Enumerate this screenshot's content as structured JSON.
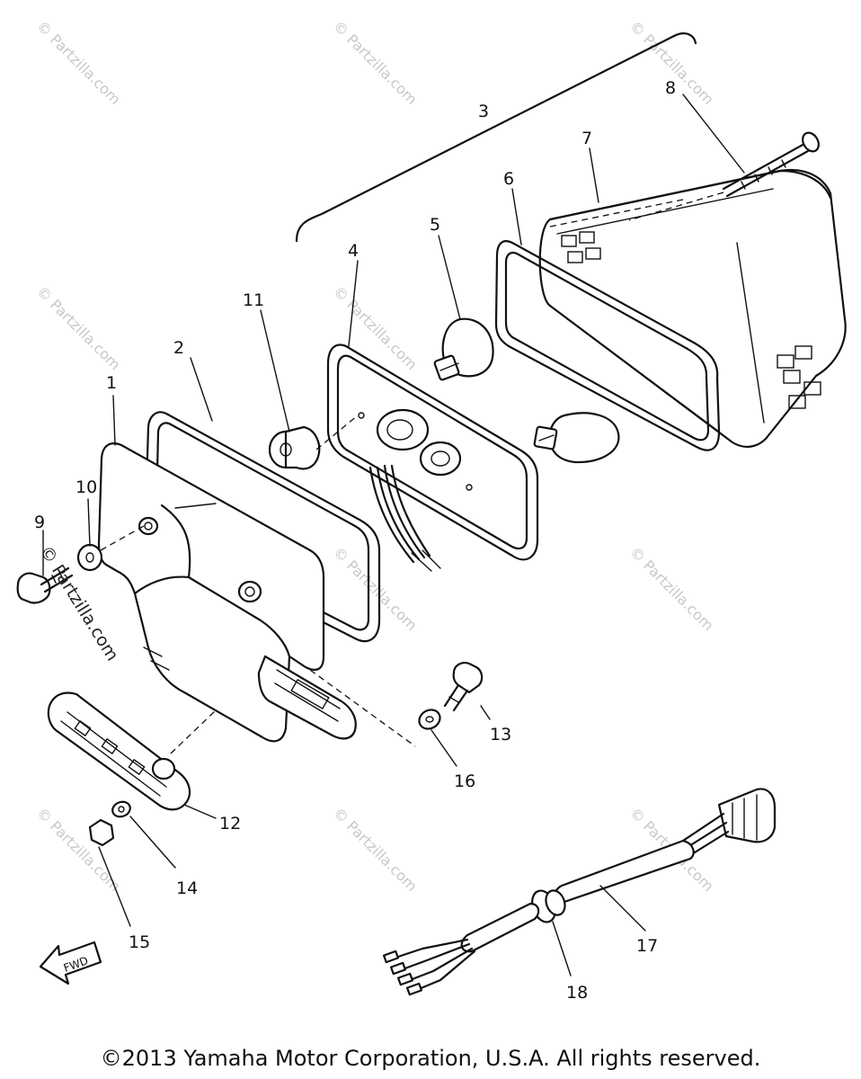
{
  "watermark": "© Partzilla.com",
  "watermark_dark": "© Partzilla.com",
  "footer": {
    "copyright": "©2013 Yamaha Motor Corporation, U.S.A. All rights reserved."
  },
  "labels": {
    "p1": "1",
    "p2": "2",
    "p3": "3",
    "p4": "4",
    "p5": "5",
    "p6": "6",
    "p7": "7",
    "p8": "8",
    "p9": "9",
    "p10": "10",
    "p11": "11",
    "p12": "12",
    "p13": "13",
    "p14": "14",
    "p15": "15",
    "p16": "16",
    "p17": "17",
    "p18": "18"
  },
  "fwd_badge": "FWD"
}
